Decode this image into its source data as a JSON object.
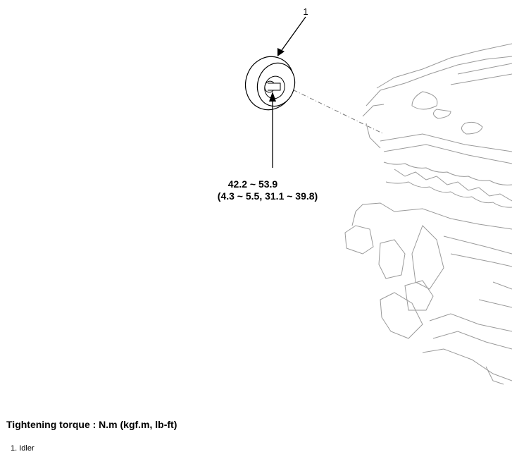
{
  "diagram": {
    "callout_number": "1",
    "torque_value": "42.2 ~ 53.9",
    "torque_alt_units": "(4.3 ~ 5.5, 31.1 ~ 39.8)"
  },
  "caption": {
    "heading": "Tightening torque : N.m (kgf.m, lb-ft)",
    "legend_items": [
      "1. Idler"
    ]
  }
}
